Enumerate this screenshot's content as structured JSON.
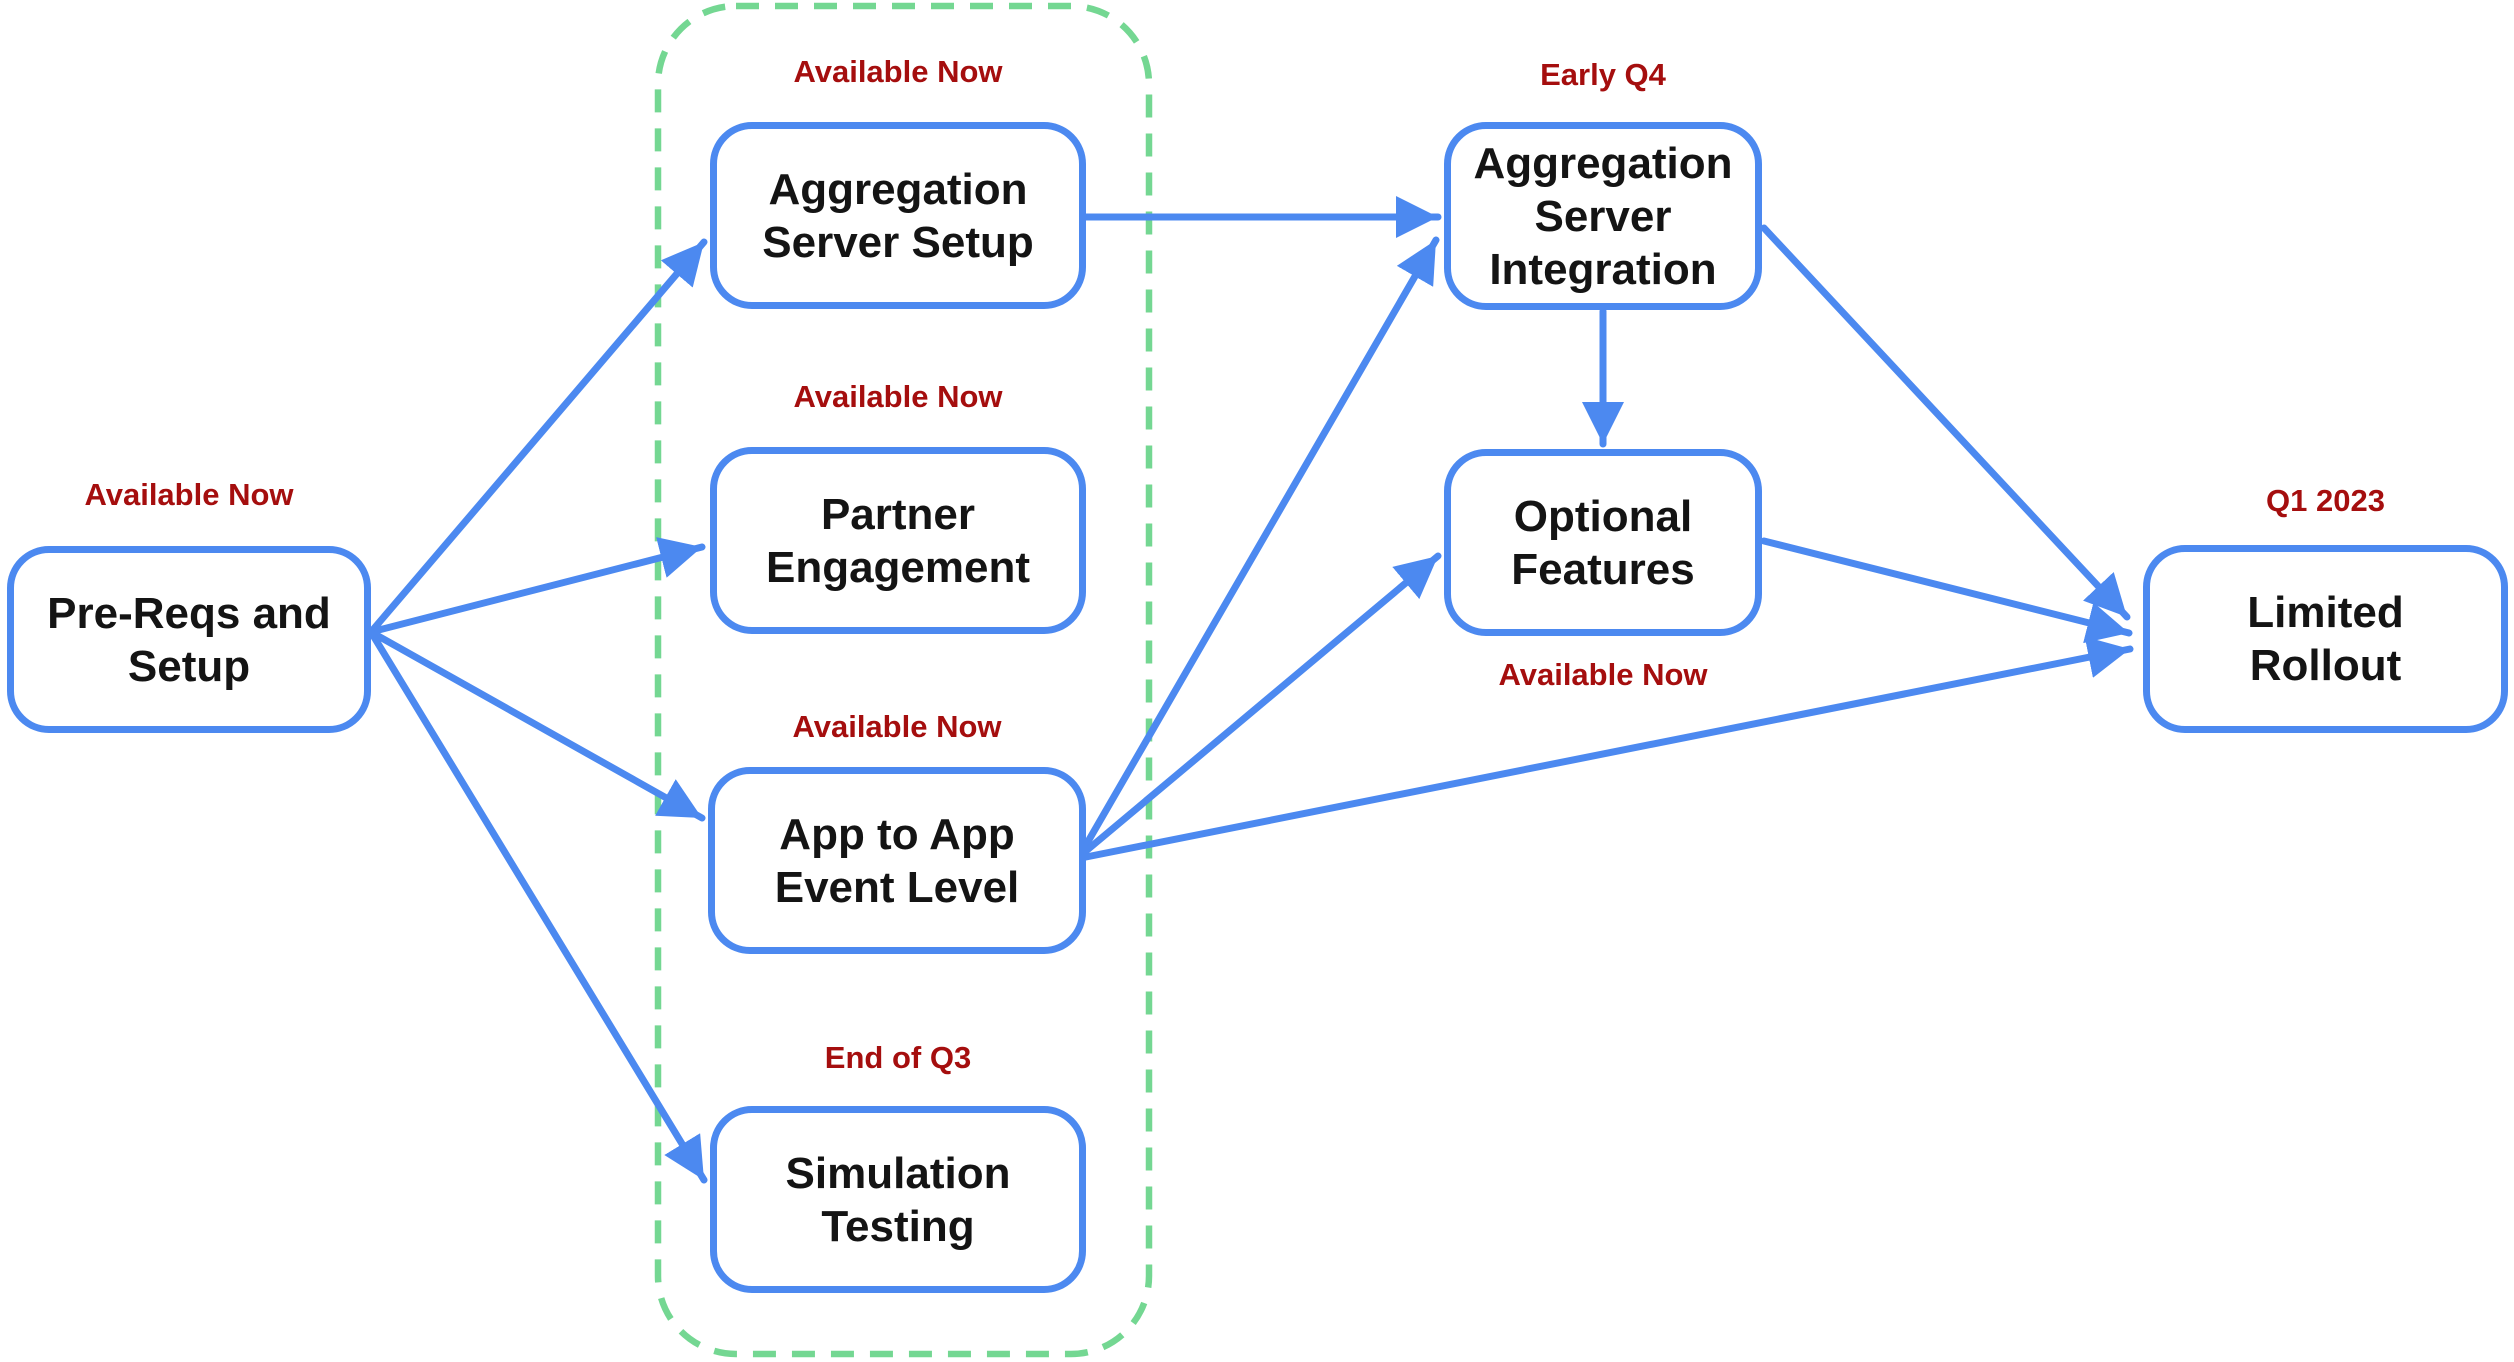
{
  "diagram": {
    "description": "Product roadmap flowchart",
    "colors": {
      "node_border": "#4C89F0",
      "edge": "#4C89F0",
      "status_text": "#A50E0E",
      "group_outline": "#74D792",
      "node_text": "#141414",
      "background": "#FFFFFF"
    },
    "nodes": [
      {
        "id": "pre-reqs-setup",
        "label": "Pre-Reqs and\nSetup",
        "status": "Available Now",
        "status_position": "above",
        "in_group": false
      },
      {
        "id": "aggregation-server-setup",
        "label": "Aggregation\nServer Setup",
        "status": "Available Now",
        "status_position": "above",
        "in_group": true
      },
      {
        "id": "partner-engagement",
        "label": "Partner\nEngagement",
        "status": "Available Now",
        "status_position": "above",
        "in_group": true
      },
      {
        "id": "app-to-app-event-level",
        "label": "App to App\nEvent Level",
        "status": "Available Now",
        "status_position": "above",
        "in_group": true
      },
      {
        "id": "simulation-testing",
        "label": "Simulation\nTesting",
        "status": "End of Q3",
        "status_position": "above",
        "in_group": true
      },
      {
        "id": "aggregation-server-integration",
        "label": "Aggregation\nServer\nIntegration",
        "status": "Early Q4",
        "status_position": "above",
        "in_group": false
      },
      {
        "id": "optional-features",
        "label": "Optional\nFeatures",
        "status": "Available Now",
        "status_position": "below",
        "in_group": false
      },
      {
        "id": "limited-rollout",
        "label": "Limited\nRollout",
        "status": "Q1 2023",
        "status_position": "above",
        "in_group": false
      }
    ],
    "edges": [
      {
        "from": "pre-reqs-setup",
        "to": "aggregation-server-setup"
      },
      {
        "from": "pre-reqs-setup",
        "to": "partner-engagement"
      },
      {
        "from": "pre-reqs-setup",
        "to": "app-to-app-event-level"
      },
      {
        "from": "pre-reqs-setup",
        "to": "simulation-testing"
      },
      {
        "from": "aggregation-server-setup",
        "to": "aggregation-server-integration"
      },
      {
        "from": "app-to-app-event-level",
        "to": "aggregation-server-integration"
      },
      {
        "from": "app-to-app-event-level",
        "to": "optional-features"
      },
      {
        "from": "app-to-app-event-level",
        "to": "limited-rollout"
      },
      {
        "from": "aggregation-server-integration",
        "to": "optional-features"
      },
      {
        "from": "aggregation-server-integration",
        "to": "limited-rollout"
      },
      {
        "from": "optional-features",
        "to": "limited-rollout"
      }
    ]
  }
}
